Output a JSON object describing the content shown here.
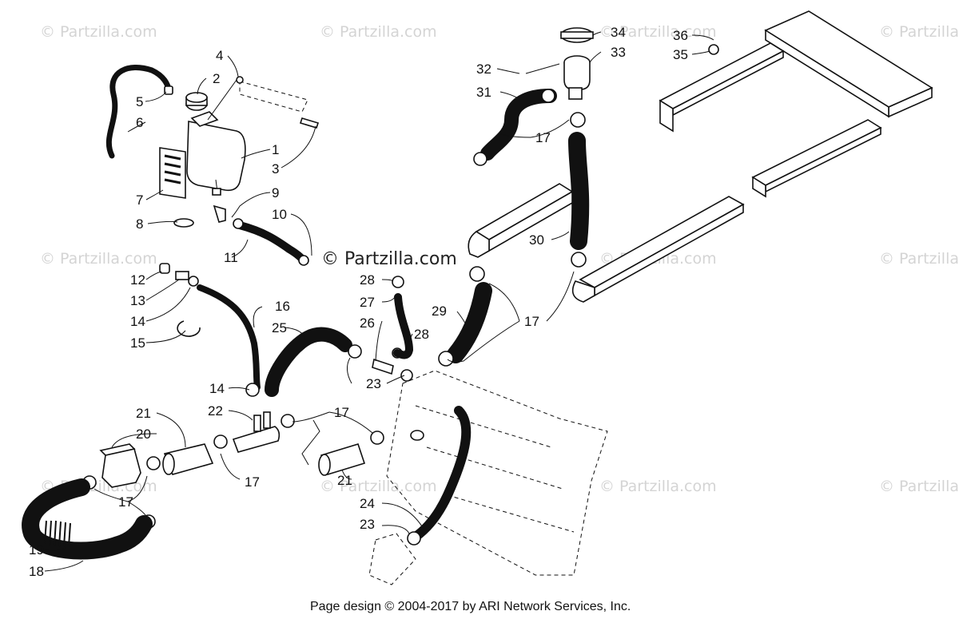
{
  "watermarks": {
    "text": "© Partzilla.com",
    "center_text": "© Partzilla.com"
  },
  "callouts": [
    "1",
    "2",
    "3",
    "4",
    "5",
    "6",
    "7",
    "8",
    "9",
    "10",
    "11",
    "12",
    "13",
    "14",
    "15",
    "16",
    "17",
    "18",
    "19",
    "20",
    "21",
    "22",
    "23",
    "24",
    "25",
    "26",
    "27",
    "28",
    "29",
    "30",
    "31",
    "32",
    "33",
    "34",
    "35",
    "36"
  ],
  "footer": {
    "text": "Page design © 2004-2017 by ARI Network Services, Inc."
  }
}
